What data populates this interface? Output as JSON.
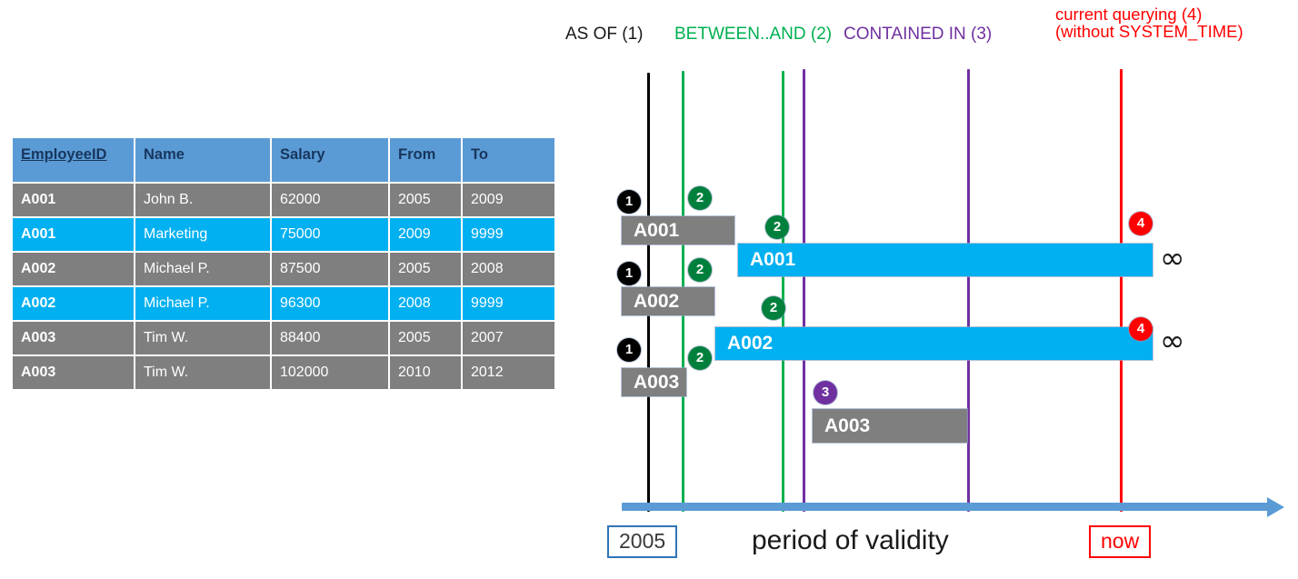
{
  "table": {
    "headers": [
      "EmployeeID",
      "Name",
      "Salary",
      "From",
      "To"
    ],
    "rows": [
      {
        "style": "gray",
        "cells": [
          "A001",
          "John  B.",
          "62000",
          "2005",
          "2009"
        ]
      },
      {
        "style": "cyan",
        "cells": [
          "A001",
          "Marketing",
          "75000",
          "2009",
          "9999"
        ]
      },
      {
        "style": "gray",
        "cells": [
          "A002",
          "Michael P.",
          "87500",
          "2005",
          "2008"
        ]
      },
      {
        "style": "cyan",
        "cells": [
          "A002",
          "Michael P.",
          "96300",
          "2008",
          "9999"
        ]
      },
      {
        "style": "gray",
        "cells": [
          "A003",
          "Tim W.",
          "88400",
          "2005",
          "2007"
        ]
      },
      {
        "style": "gray",
        "cells": [
          "A003",
          "Tim W.",
          "102000",
          "2010",
          "2012"
        ]
      }
    ]
  },
  "diagram": {
    "legend": [
      {
        "text": "AS OF (1)",
        "color": "#1a1a1a"
      },
      {
        "text": "BETWEEN..AND (2)",
        "color": "#00B050"
      },
      {
        "text": "CONTAINED IN (3)",
        "color": "#7030A0"
      },
      {
        "line1": "current querying (4)",
        "line2": "(without SYSTEM_TIME)",
        "color": "#FF0000"
      }
    ],
    "bars": [
      {
        "label": "A001",
        "style": "gray"
      },
      {
        "label": "A001",
        "style": "cyan"
      },
      {
        "label": "A002",
        "style": "gray"
      },
      {
        "label": "A002",
        "style": "cyan"
      },
      {
        "label": "A003",
        "style": "gray"
      },
      {
        "label": "A003",
        "style": "gray"
      }
    ],
    "badges": [
      {
        "n": "1",
        "color": "#000000"
      },
      {
        "n": "2",
        "color": "#00803C"
      },
      {
        "n": "2",
        "color": "#00803C"
      },
      {
        "n": "1",
        "color": "#000000"
      },
      {
        "n": "2",
        "color": "#00803C"
      },
      {
        "n": "2",
        "color": "#00803C"
      },
      {
        "n": "1",
        "color": "#000000"
      },
      {
        "n": "2",
        "color": "#00803C"
      },
      {
        "n": "3",
        "color": "#7030A0"
      },
      {
        "n": "4",
        "color": "#FF0000"
      },
      {
        "n": "4",
        "color": "#FF0000"
      }
    ],
    "infinity_symbol": "∞",
    "axis": {
      "start_label": "2005",
      "end_label": "now",
      "caption": "period of validity"
    },
    "colors": {
      "as_of_line": "#000000",
      "between_line": "#00B050",
      "contained_line": "#7030A0",
      "now_line": "#FF0000",
      "axis": "#5B9BD5",
      "gray_bar": "#7F7F7F",
      "cyan_bar": "#00B0F0",
      "table_header": "#5B9BD5",
      "table_header_text": "#17365D"
    }
  }
}
